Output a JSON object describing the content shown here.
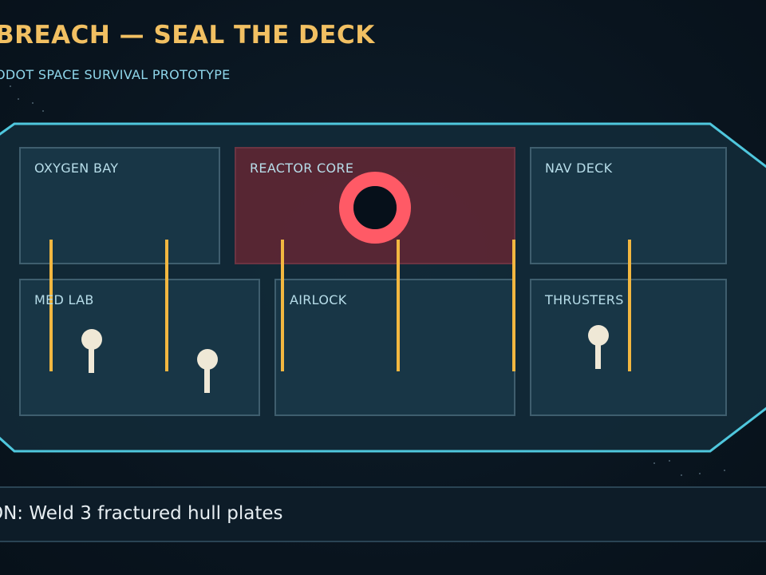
{
  "game": {
    "title": "BREACH — SEAL THE DECK",
    "subtitle": "ODOT SPACE SURVIVAL PROTOTYPE"
  },
  "rooms": [
    {
      "label": "OXYGEN BAY",
      "state": "normal"
    },
    {
      "label": "REACTOR CORE",
      "state": "breached"
    },
    {
      "label": "NAV DECK",
      "state": "normal"
    },
    {
      "label": "MED LAB",
      "state": "normal"
    },
    {
      "label": "AIRLOCK",
      "state": "normal"
    },
    {
      "label": "THRUSTERS",
      "state": "normal"
    }
  ],
  "objective": {
    "text": "ON: Weld 3 fractured hull plates"
  },
  "colors": {
    "hull_outline": "#4fc7dd",
    "room_fill": "#1a3748",
    "room_stroke": "#3f5e6e",
    "breach_room_fill": "#5c2634",
    "breach_ring": "#ff5a66",
    "conduit": "#f2b740",
    "crew": "#efe8d6",
    "title": "#f2c062"
  },
  "icons": {
    "hull_breach": "hull-breach-icon",
    "crew": "crew-member-icon"
  }
}
